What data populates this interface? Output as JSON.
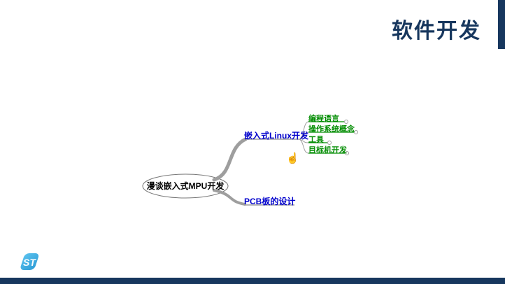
{
  "slide": {
    "title": "软件开发"
  },
  "colors": {
    "accent": "#17375E",
    "node_blue": "#0000CC",
    "node_green": "#008C00",
    "edge_gray": "#9E9E9E",
    "logo_blue": "#42ACDD"
  },
  "mindmap": {
    "root": "漫谈嵌入式MPU开发",
    "branches": [
      {
        "label": "嵌入式Linux开发",
        "children": [
          "编程语言",
          "操作系统概念",
          "工具",
          "目标机开发"
        ]
      },
      {
        "label": "PCB板的设计",
        "children": []
      }
    ]
  },
  "icons": {
    "cursor": "☝"
  },
  "logo": {
    "text": "ST"
  }
}
